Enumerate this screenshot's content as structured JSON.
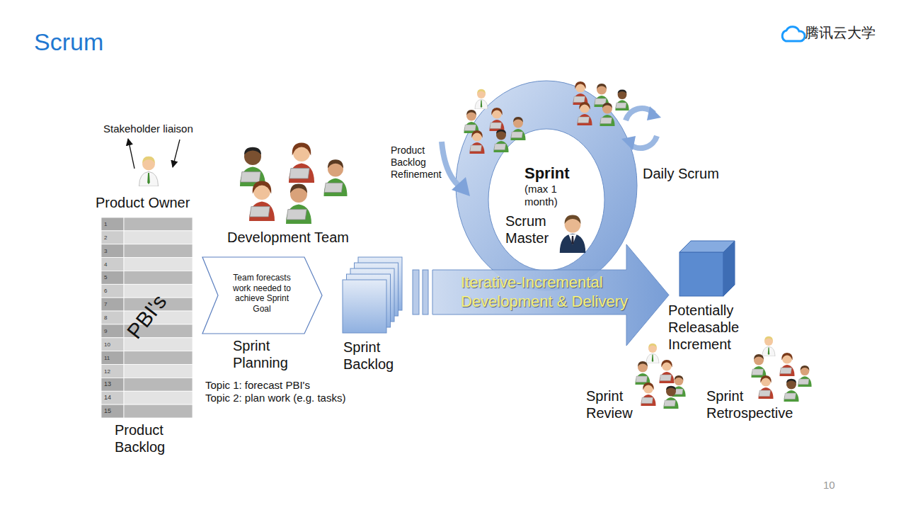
{
  "diagram": {
    "title": "Scrum",
    "nodes": [
      {
        "text": [
          "PBI's",
          "Product Backlog"
        ]
      },
      {
        "text": [
          "Team forecasts work needed to achieve Sprint Goal",
          "Sprint Planning"
        ]
      },
      {
        "text": [
          "Sprint Backlog"
        ]
      },
      {
        "text": [
          "Sprint",
          "(max 1 month)",
          "Scrum Master"
        ]
      },
      {
        "text": [
          "Iterative-Incremental Development & Delivery"
        ]
      },
      {
        "text": [
          "Potentially Releasable Increment"
        ]
      }
    ],
    "labels": [
      "Stakeholder liaison",
      "Product Owner",
      "1",
      "2",
      "3",
      "4",
      "5",
      "6",
      "7",
      "8",
      "9",
      "10",
      "11",
      "12",
      "13",
      "14",
      "15",
      "Development Team",
      "Topic 1: forecast PBI's",
      "Topic 2: plan work (e.g. tasks)",
      "Product Backlog Refinement",
      "Daily Scrum",
      "Sprint Review",
      "Sprint Retrospective",
      "腾讯云大学",
      "10"
    ]
  }
}
